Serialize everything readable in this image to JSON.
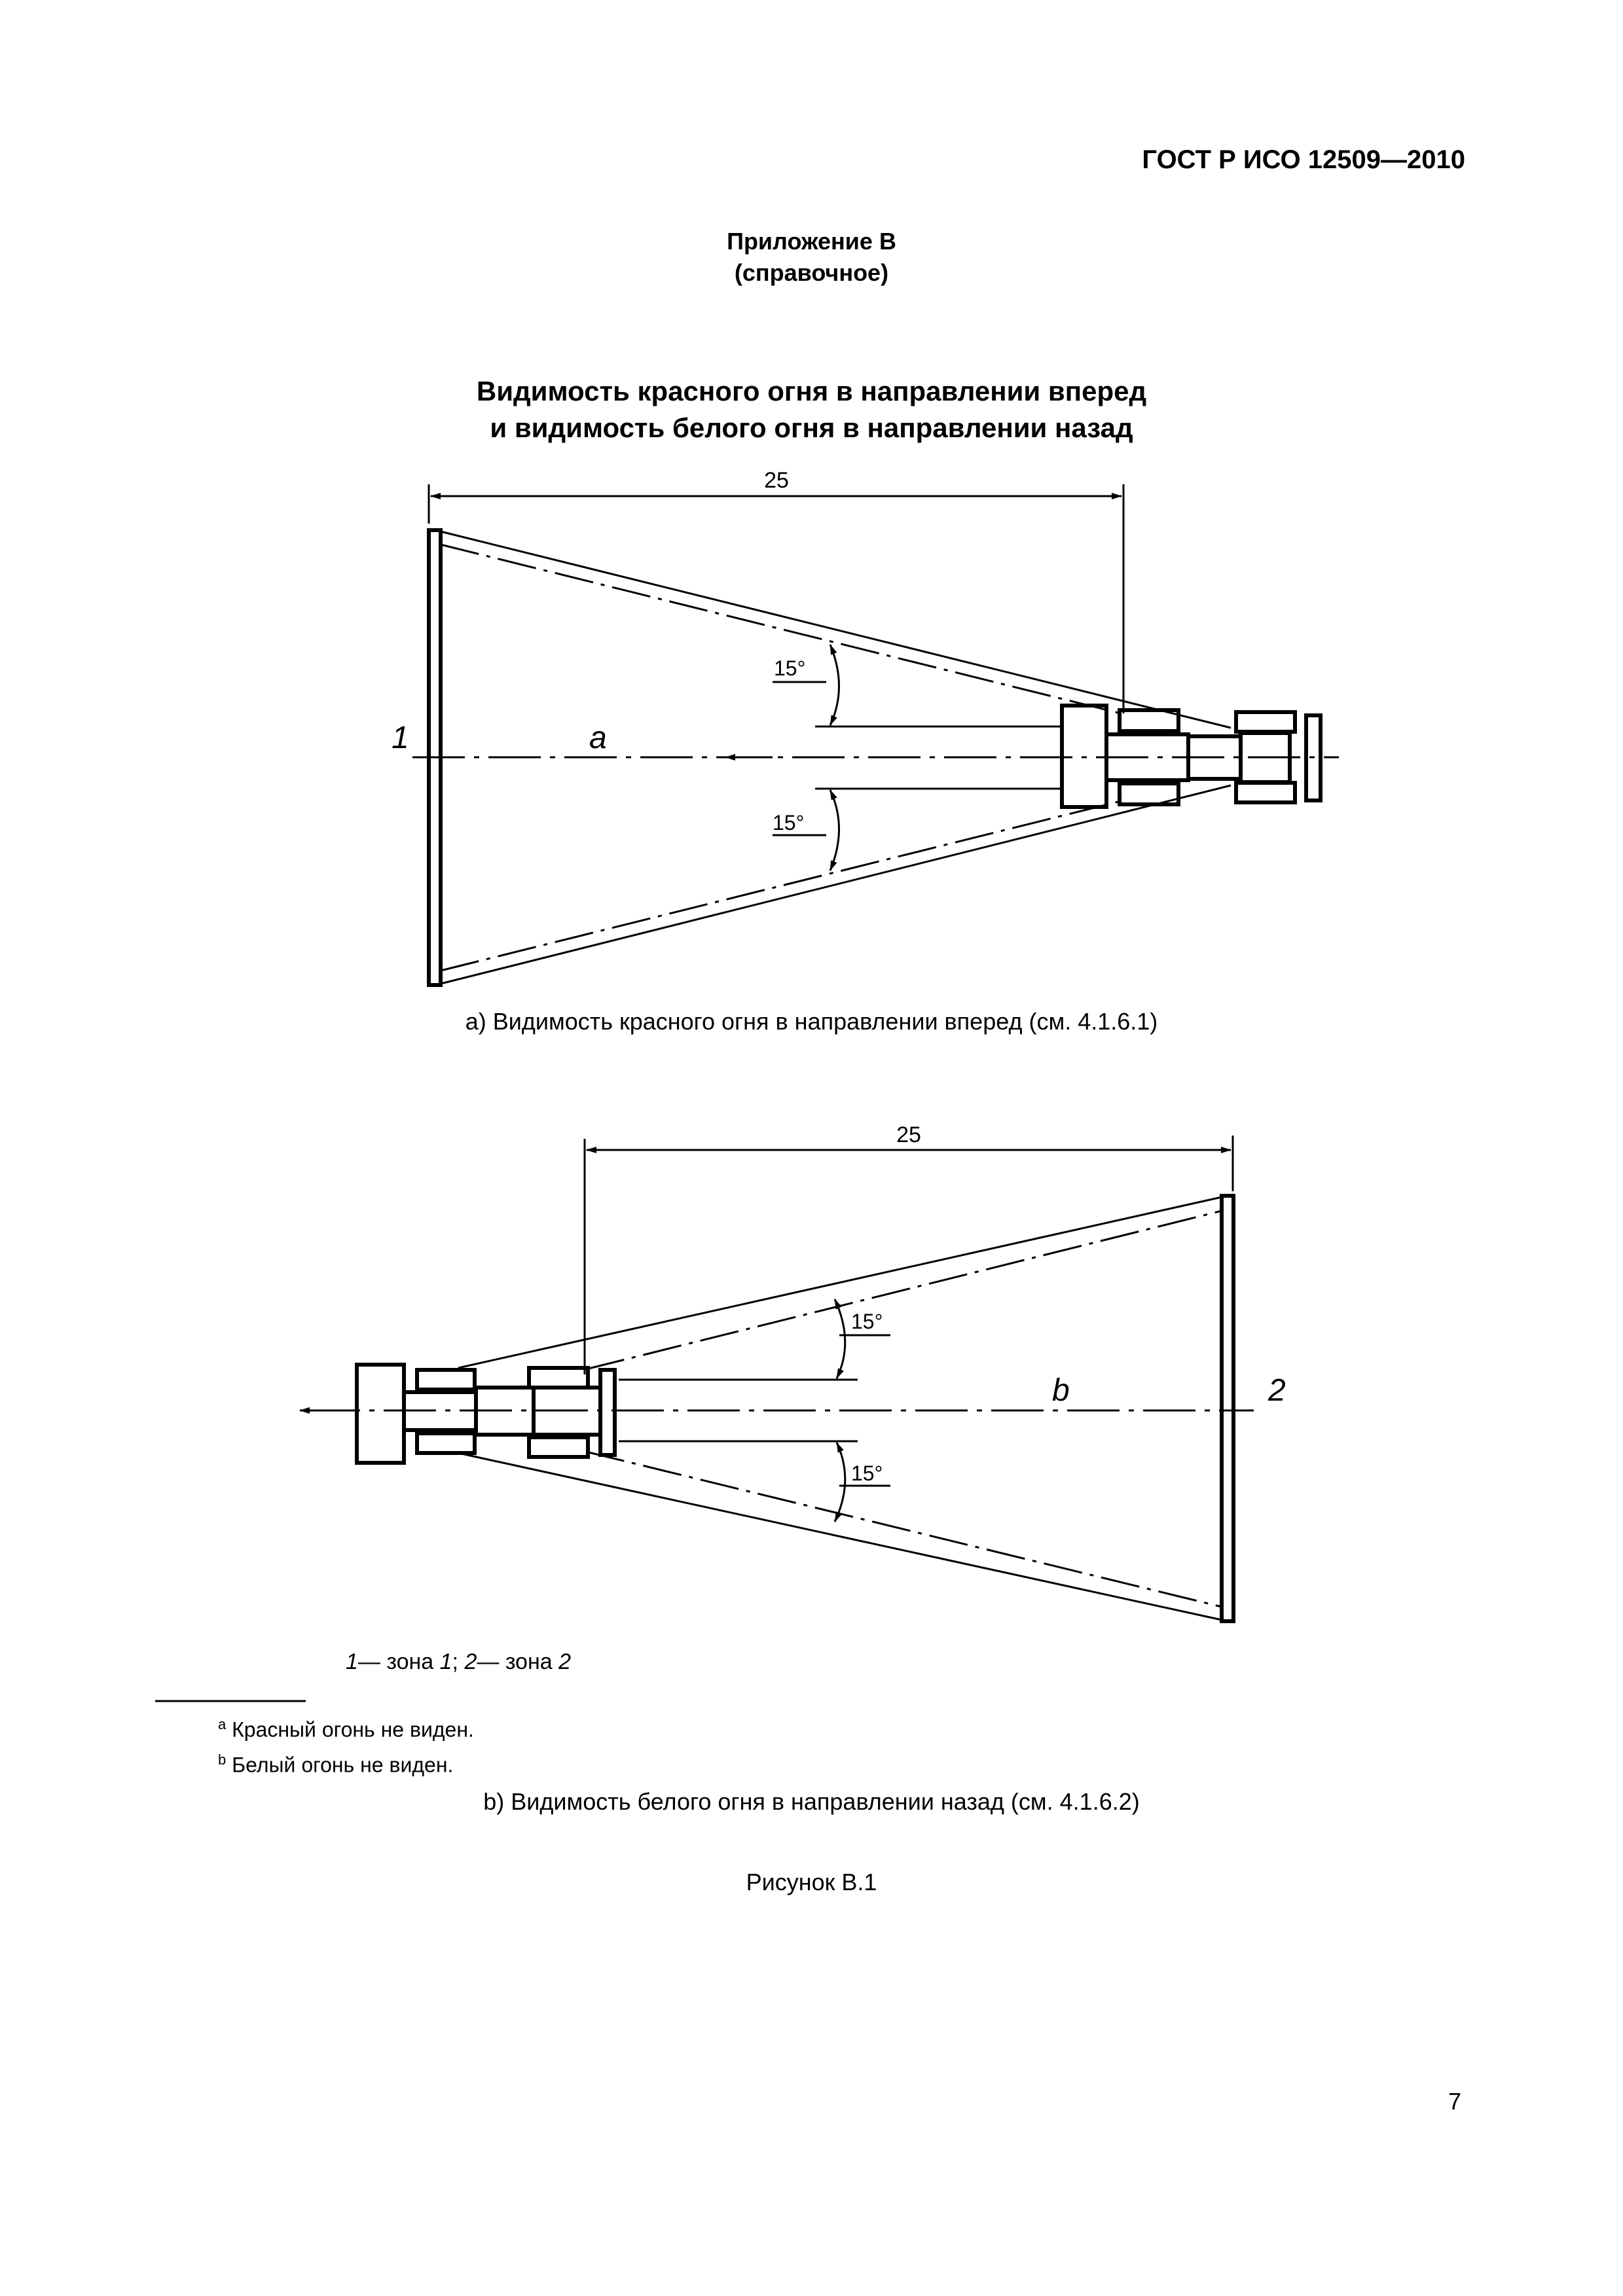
{
  "header": {
    "standard": "ГОСТ Р ИСО 12509—2010"
  },
  "annex": {
    "title": "Приложение В",
    "note": "(справочное)"
  },
  "heading": {
    "line1": "Видимость красного огня в направлении вперед",
    "line2": "и видимость белого огня в направлении назад"
  },
  "figure_a": {
    "dimension": "25",
    "angle_upper": "15°",
    "angle_lower": "15°",
    "zone_label": "1",
    "marker": "a",
    "caption": "а) Видимость красного огня в направлении вперед (см. 4.1.6.1)"
  },
  "figure_b": {
    "dimension": "25",
    "angle_upper": "15°",
    "angle_lower": "15°",
    "zone_label": "2",
    "marker": "b",
    "caption": "b) Видимость белого огня в направлении назад (см. 4.1.6.2)"
  },
  "legend": {
    "num1": "1",
    "zone1": "— зона ",
    "zone1_num": "1",
    "sep": "; ",
    "num2": "2",
    "zone2": "— зона ",
    "zone2_num": "2"
  },
  "footnotes": [
    {
      "mark": "a",
      "text": "Красный огонь не виден."
    },
    {
      "mark": "b",
      "text": "Белый огонь не виден."
    }
  ],
  "figure_title": "Рисунок В.1",
  "page_number": "7"
}
